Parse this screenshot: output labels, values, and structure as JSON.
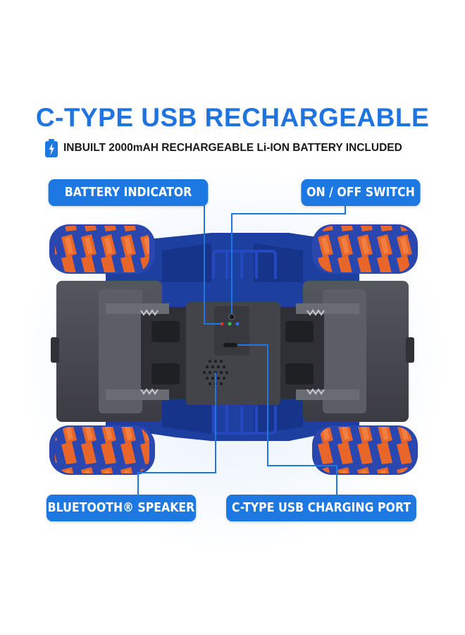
{
  "heading": {
    "title": "C-TYPE USB RECHARGEABLE",
    "subtitle": "INBUILT 2000mAH RECHARGEABLE Li-ION BATTERY INCLUDED"
  },
  "callouts": {
    "battery_indicator": "BATTERY INDICATOR",
    "power_switch": "ON / OFF SWITCH",
    "speaker": "BLUETOOTH® SPEAKER",
    "charging_port": "C-TYPE USB CHARGING PORT"
  },
  "colors": {
    "accent_blue": "#1e78e2",
    "title_blue": "#1f74e0",
    "wheel_orange": "#e8662a",
    "chassis_blue": "#1c3fa0",
    "body_gray": "#4a4c52"
  },
  "icons": {
    "battery": "battery-charging-icon"
  }
}
